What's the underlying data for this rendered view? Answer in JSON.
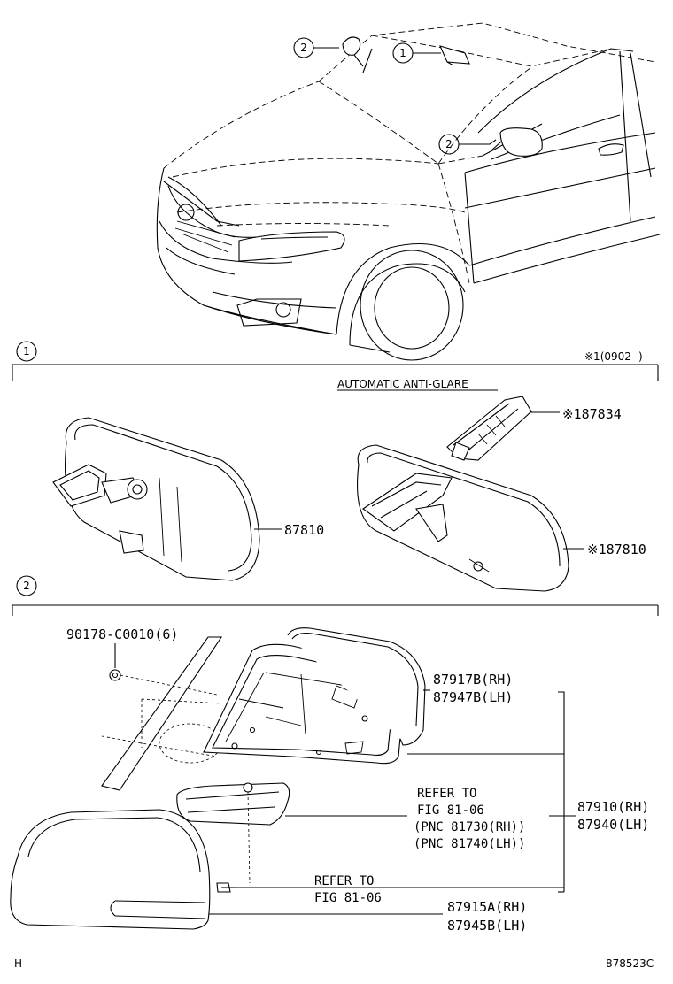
{
  "callouts": {
    "c1": "1",
    "c2": "2"
  },
  "section1": {
    "index": "1",
    "effective": "※1(0902-    )",
    "subtitle": "AUTOMATIC ANTI-GLARE",
    "parts": {
      "p87810": "87810",
      "p87834": "※187834",
      "p87810b": "※187810"
    }
  },
  "section2": {
    "index": "2",
    "parts": {
      "screw": "90178-C0010(6)",
      "cover_rh": "87917B(RH)",
      "cover_lh": "87947B(LH)",
      "assy_rh": "87910(RH)",
      "assy_lh": "87940(LH)",
      "refer1_a": "REFER TO",
      "refer1_b": "FIG 81-06",
      "refer1_c": "(PNC 81730(RH))",
      "refer1_d": "(PNC 81740(LH))",
      "refer2_a": "REFER TO",
      "refer2_b": "FIG 81-06",
      "outer_rh": "87915A(RH)",
      "outer_lh": "87945B(LH)"
    }
  },
  "footer": {
    "left": "H",
    "code": "878523C"
  }
}
